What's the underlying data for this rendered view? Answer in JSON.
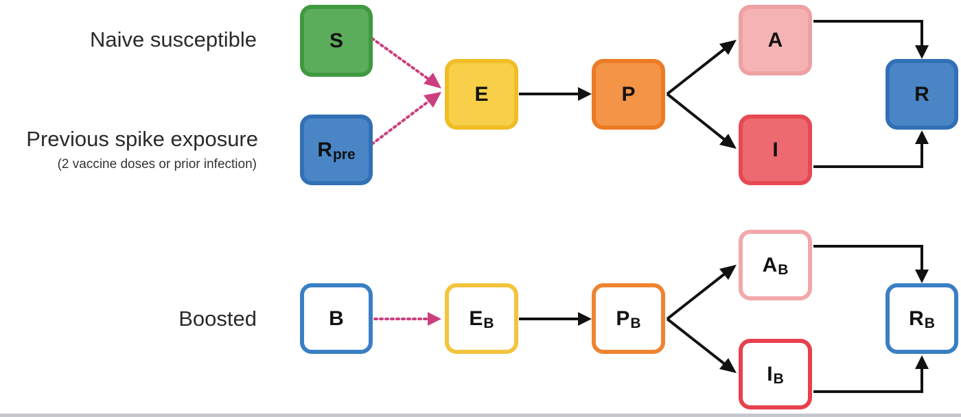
{
  "labels": {
    "naive": "Naive susceptible",
    "previous": "Previous spike exposure",
    "previous_note": "(2 vaccine doses or prior infection)",
    "boosted": "Boosted"
  },
  "compartments": {
    "S": {
      "main": "S",
      "sub": "",
      "fill": "#5cad5b",
      "border": "#3f9a3f"
    },
    "Rpre": {
      "main": "R",
      "sub": "pre",
      "fill": "#4a86c6",
      "border": "#3270b6"
    },
    "E": {
      "main": "E",
      "sub": "",
      "fill": "#f7cf48",
      "border": "#f1bd26"
    },
    "P": {
      "main": "P",
      "sub": "",
      "fill": "#f39447",
      "border": "#ec7b25"
    },
    "A": {
      "main": "A",
      "sub": "",
      "fill": "#f6b3b4",
      "border": "#eea1a3"
    },
    "I": {
      "main": "I",
      "sub": "",
      "fill": "#ee6a71",
      "border": "#e64953"
    },
    "R": {
      "main": "R",
      "sub": "",
      "fill": "#4a86c6",
      "border": "#3270b6"
    },
    "B": {
      "main": "B",
      "sub": "",
      "fill": "#ffffff",
      "border": "#3a7fc4"
    },
    "EB": {
      "main": "E",
      "sub": "B",
      "fill": "#ffffff",
      "border": "#f3c43c"
    },
    "PB": {
      "main": "P",
      "sub": "B",
      "fill": "#ffffff",
      "border": "#ee8431"
    },
    "AB": {
      "main": "A",
      "sub": "B",
      "fill": "#ffffff",
      "border": "#f2a8a9"
    },
    "IB": {
      "main": "I",
      "sub": "B",
      "fill": "#ffffff",
      "border": "#e6414d"
    },
    "RB": {
      "main": "R",
      "sub": "B",
      "fill": "#ffffff",
      "border": "#3a7fc4"
    }
  },
  "colors": {
    "solid_arrow": "#111111",
    "dotted_arrow": "#cc3f7e"
  }
}
